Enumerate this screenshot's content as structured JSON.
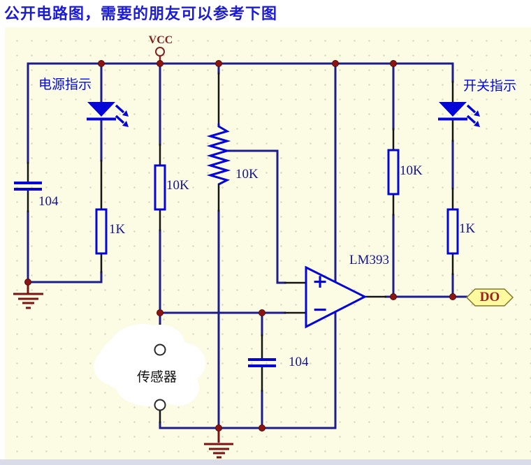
{
  "title": "公开电路图，需要的朋友可以参考下图",
  "nets": {
    "vcc": "VCC",
    "do": "DO"
  },
  "annotations": {
    "power_led": "电源指示",
    "switch_led": "开关指示",
    "sensor": "传感器"
  },
  "components": {
    "c1": {
      "value": "104"
    },
    "r1": {
      "value": "10K"
    },
    "r2": {
      "value": "1K"
    },
    "pot": {
      "value": "10K"
    },
    "r3": {
      "value": "10K"
    },
    "r4": {
      "value": "1K"
    },
    "c2": {
      "value": "104"
    },
    "opamp": {
      "part": "LM393",
      "plus_pin": "+",
      "minus_pin": "−"
    }
  },
  "colors": {
    "board_bg": "#FCFBE3",
    "wire": "#1C1C8C",
    "component_blue": "#0505D8",
    "pin_black": "#141414",
    "junction_red": "#8B1414",
    "ground_red": "#7A1414",
    "vcc_red": "#7E2222",
    "net_flag_fill": "#FFF9A0",
    "net_flag_border": "#7E7B2E",
    "net_flag_text": "#9B2121",
    "value_text": "#14148C",
    "annotation_blue": "#0008E8",
    "title_blue": "#1B1BD6"
  }
}
